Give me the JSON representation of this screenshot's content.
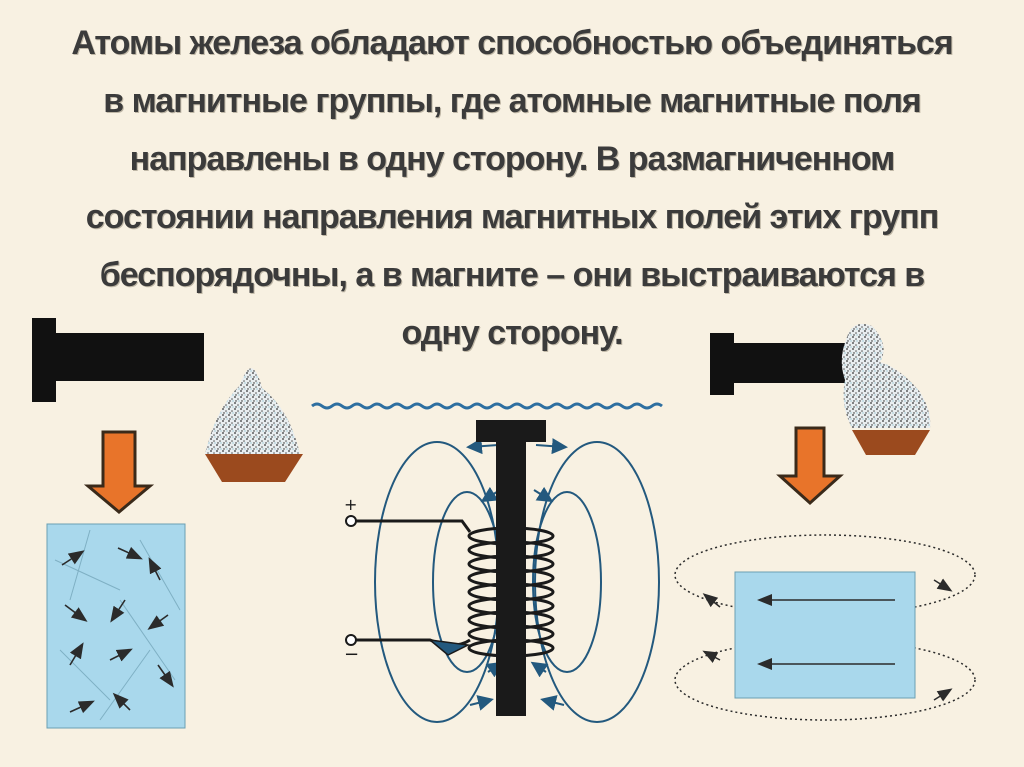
{
  "slide": {
    "text_lines": [
      "Атомы железа обладают способностью объединяться",
      "в магнитные группы, где атомные магнитные поля",
      "направлены в одну сторону. В размагниченном",
      "состоянии направления магнитных полей этих групп",
      "беспорядочны, а в магните – они выстраиваются в",
      "одну сторону."
    ],
    "coil_plus_label": "+",
    "coil_minus_label": "−"
  },
  "colors": {
    "background": "#f8f1e2",
    "text": "#3b3b3b",
    "iron_bar": "#111111",
    "arrow_fill": "#e8742a",
    "arrow_outline": "#3a2a1a",
    "tray": "#9b4a1e",
    "sample_fill": "#a9d8ec",
    "field_lines": "#23597e",
    "water_line": "#2e6fa0"
  },
  "icons": [
    "iron-bar-icon",
    "iron-filings-pile-icon",
    "down-arrow-icon",
    "coil-icon",
    "field-lines-icon"
  ]
}
